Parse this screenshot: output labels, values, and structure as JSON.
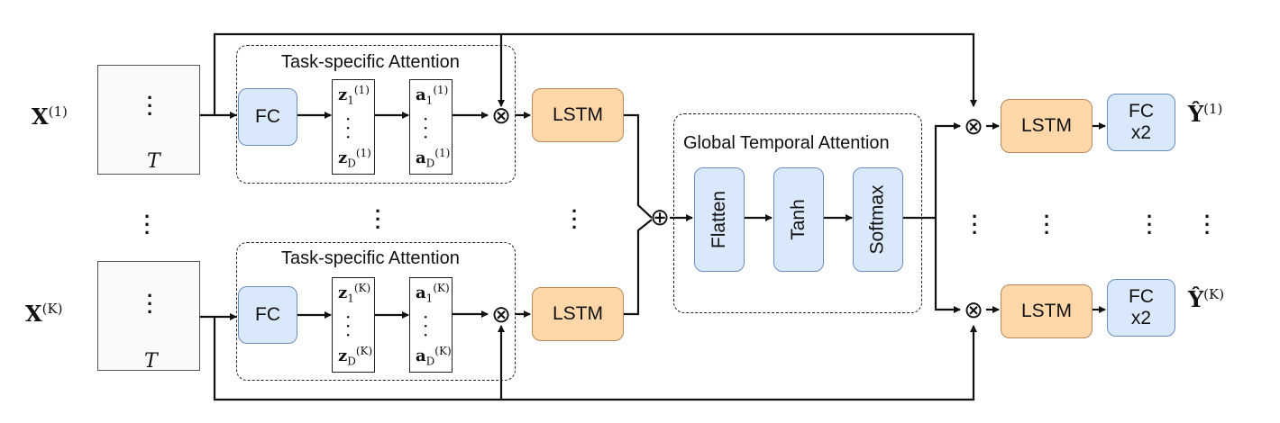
{
  "diagram": {
    "inputs": [
      {
        "symbol": "X",
        "superscript": "(1)"
      },
      {
        "symbol": "X",
        "superscript": "(K)"
      }
    ],
    "outputs": [
      {
        "symbol": "Ŷ",
        "superscript": "(1)"
      },
      {
        "symbol": "Ŷ",
        "superscript": "(K)"
      }
    ],
    "time_label": "T",
    "branches": [
      {
        "group_label": "Task-specific Attention",
        "fc_label": "FC",
        "z_top": "z",
        "z_top_sub": "1",
        "z_top_sup": "(1)",
        "z_bot": "z",
        "z_bot_sub": "D",
        "z_bot_sup": "(1)",
        "a_top": "a",
        "a_top_sub": "1",
        "a_top_sup": "(1)",
        "a_bot": "a",
        "a_bot_sub": "D",
        "a_bot_sup": "(1)",
        "lstm_label": "LSTM"
      },
      {
        "group_label": "Task-specific Attention",
        "fc_label": "FC",
        "z_top": "z",
        "z_top_sub": "1",
        "z_top_sup": "(K)",
        "z_bot": "z",
        "z_bot_sub": "D",
        "z_bot_sup": "(K)",
        "a_top": "a",
        "a_top_sub": "1",
        "a_top_sup": "(K)",
        "a_bot": "a",
        "a_bot_sub": "D",
        "a_bot_sup": "(K)",
        "lstm_label": "LSTM"
      }
    ],
    "global": {
      "group_label": "Global Temporal Attention",
      "flatten_label": "Flatten",
      "tanh_label": "Tanh",
      "softmax_label": "Softmax"
    },
    "heads": [
      {
        "lstm_label": "LSTM",
        "fc_label_line1": "FC",
        "fc_label_line2": "x2"
      },
      {
        "lstm_label": "LSTM",
        "fc_label_line1": "FC",
        "fc_label_line2": "x2"
      }
    ],
    "operators": {
      "multiply": "⊗",
      "add": "⊕"
    }
  }
}
